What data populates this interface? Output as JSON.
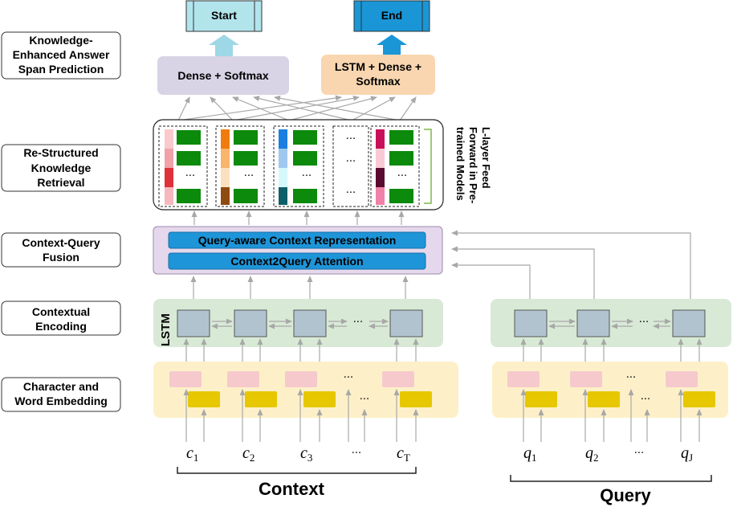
{
  "stages": [
    {
      "line1": "Knowledge-",
      "line2": "Enhanced Answer",
      "line3": "Span Prediction"
    },
    {
      "line1": "Re-Structured",
      "line2": "Knowledge",
      "line3": "Retrieval"
    },
    {
      "line1": "Context-Query",
      "line2": "Fusion",
      "line3": ""
    },
    {
      "line1": "Contextual",
      "line2": "Encoding",
      "line3": ""
    },
    {
      "line1": "Character and",
      "line2": "Word Embedding",
      "line3": ""
    }
  ],
  "outputs": {
    "start": "Start",
    "end": "End"
  },
  "dense_softmax": "Dense + Softmax",
  "lstm_dense_softmax": {
    "line1": "LSTM + Dense +",
    "line2": "Softmax"
  },
  "side_label": {
    "line1": "L-layer Feed",
    "line2": "Forward in Pre-",
    "line3": "trained Models"
  },
  "fusion": {
    "top": "Query-aware Context Representation",
    "bottom": "Context2Query Attention"
  },
  "lstm_label": "LSTM",
  "ellipsis": "···",
  "context_tokens": [
    {
      "base": "c",
      "sub": "1"
    },
    {
      "base": "c",
      "sub": "2"
    },
    {
      "base": "c",
      "sub": "3"
    },
    {
      "base": "c",
      "sub": "T"
    }
  ],
  "query_tokens": [
    {
      "base": "q",
      "sub": "1"
    },
    {
      "base": "q",
      "sub": "2"
    },
    {
      "base": "q",
      "sub": "J"
    }
  ],
  "context_label": "Context",
  "query_label": "Query",
  "colors": {
    "start_fill": "#b2e4ec",
    "end_fill": "#1a96d6",
    "dense_fill": "#d8d4e6",
    "lstm_dense_fill": "#f9d6b0",
    "fusion_panel": "#e6d8ec",
    "fusion_bar": "#1e95d8",
    "encoding_panel": "#d8ead6",
    "lstm_cell": "#b2c3d0",
    "embedding_panel": "#fdf0c8",
    "char_embed": "#f6c9cc",
    "word_embed": "#e6c700",
    "knowledge_green": "#0b8a0b",
    "bracket_green": "#7cb84a"
  }
}
